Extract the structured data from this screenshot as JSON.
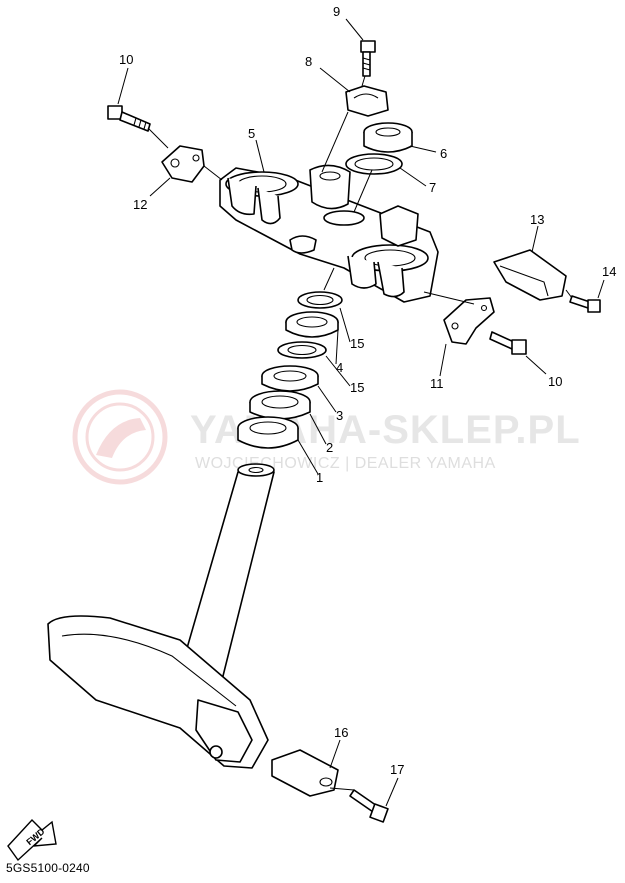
{
  "diagram": {
    "code": "5GS5100-0240",
    "fwd_label": "FWD",
    "watermark": {
      "title": "YAMAHA-SKLEP.PL",
      "subtitle": "WOJCIECHOWICZ | DEALER YAMAHA",
      "accent": "#e8999c"
    },
    "callouts": [
      {
        "id": "c9",
        "label": "9"
      },
      {
        "id": "c8",
        "label": "8"
      },
      {
        "id": "c10a",
        "label": "10"
      },
      {
        "id": "c5",
        "label": "5"
      },
      {
        "id": "c6",
        "label": "6"
      },
      {
        "id": "c7",
        "label": "7"
      },
      {
        "id": "c12",
        "label": "12"
      },
      {
        "id": "c13",
        "label": "13"
      },
      {
        "id": "c14",
        "label": "14"
      },
      {
        "id": "c15a",
        "label": "15"
      },
      {
        "id": "c4",
        "label": "4"
      },
      {
        "id": "c15b",
        "label": "15"
      },
      {
        "id": "c11",
        "label": "11"
      },
      {
        "id": "c10b",
        "label": "10"
      },
      {
        "id": "c3",
        "label": "3"
      },
      {
        "id": "c2",
        "label": "2"
      },
      {
        "id": "c1",
        "label": "1"
      },
      {
        "id": "c16",
        "label": "16"
      },
      {
        "id": "c17",
        "label": "17"
      }
    ]
  }
}
